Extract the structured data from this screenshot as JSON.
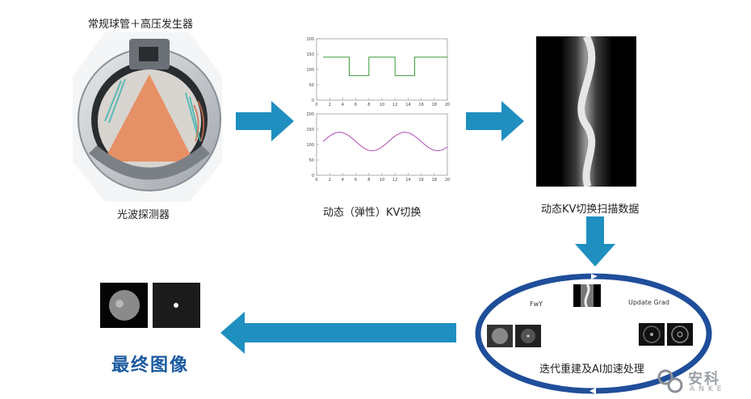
{
  "labels": {
    "tube_generator": "常规球管＋高压发生器",
    "detector": "光波探测器",
    "kv_switching": "动态（弹性）KV切换",
    "scan_data": "动态KV切换扫描数据",
    "iterative": "迭代重建及AI加速处理",
    "fwy": "FwY",
    "update_grad": "Update Grad",
    "final_image": "最终图像"
  },
  "logo": {
    "cn": "安科",
    "en": "ANKE"
  },
  "colors": {
    "arrow_blue": "#1f8fc0",
    "ring_blue": "#1f4e9a",
    "fan_orange": "#e8885a",
    "kv_green": "#3c9a3c",
    "kv_purple": "#b04ab4",
    "title_blue": "#1a5aa0"
  },
  "chart_data": [
    {
      "type": "line",
      "series": [
        {
          "x": [
            0,
            1,
            1,
            5,
            5,
            8,
            8,
            12,
            12,
            15,
            15,
            18,
            18,
            20
          ],
          "values": [
            null,
            140,
            140,
            140,
            80,
            80,
            140,
            140,
            80,
            80,
            140,
            140,
            140,
            140
          ]
        }
      ],
      "xlim": [
        0,
        20
      ],
      "ylim": [
        0,
        200
      ],
      "x_ticks": [
        "0",
        "2",
        "4",
        "6",
        "8",
        "10",
        "12",
        "14",
        "16",
        "18",
        "20"
      ],
      "y_ticks": [
        "0",
        "50",
        "100",
        "150",
        "200"
      ]
    },
    {
      "type": "line",
      "series": [
        {
          "function": "sinusoid",
          "x_start": 1,
          "x_end": 20,
          "center": 110,
          "amplitude": 30,
          "period": 10
        }
      ],
      "xlim": [
        0,
        20
      ],
      "ylim": [
        0,
        200
      ],
      "x_ticks": [
        "0",
        "2",
        "4",
        "6",
        "8",
        "10",
        "12",
        "14",
        "16",
        "18",
        "20"
      ],
      "y_ticks": [
        "0",
        "50",
        "100",
        "150",
        "200"
      ]
    }
  ]
}
